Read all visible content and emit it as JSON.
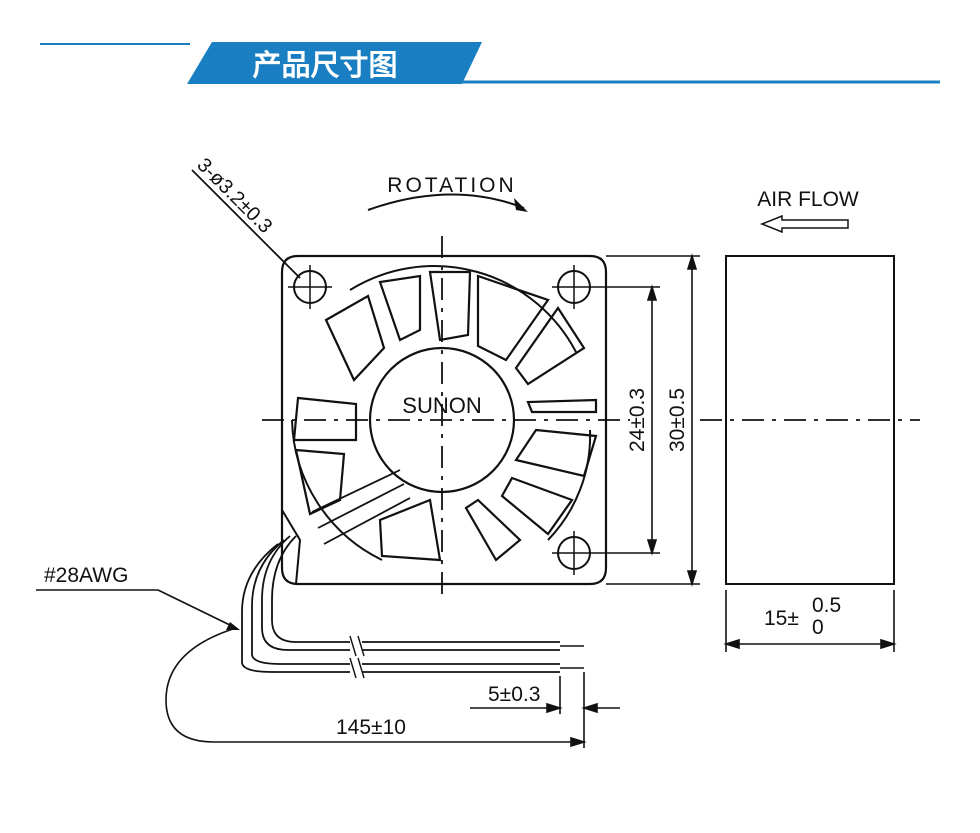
{
  "header": {
    "title": "产品尺寸图",
    "accent_color": "#1a7fc2"
  },
  "drawing": {
    "rotation_label": "ROTATION",
    "airflow_label": "AIR FLOW",
    "brand_label": "SUNON",
    "hole_spec": "3-ø3.2±0.3",
    "hole_spacing": "24±0.3",
    "frame_size": "30±0.5",
    "thickness_base": "15±",
    "thickness_tol_upper": "0.5",
    "thickness_tol_lower": "0",
    "wire_gauge": "#28AWG",
    "strip_length": "5±0.3",
    "lead_length": "145±10"
  }
}
